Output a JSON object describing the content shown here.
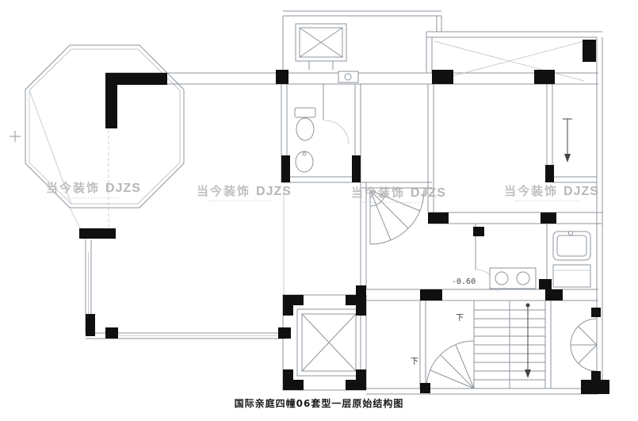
{
  "caption": "国际亲庭四幢06套型一层原始结构图",
  "watermark": {
    "cn": "当今装饰",
    "en": "DJZS"
  },
  "labels": {
    "level": "-0.60",
    "down_upper": "下",
    "down_lower": "下"
  },
  "colors": {
    "background": "#ffffff",
    "line": "#8e959c",
    "line_light": "#bcc2c8",
    "wall_fill": "#101010",
    "watermark": "#b5b5b5",
    "caption": "#1a1a1a"
  }
}
